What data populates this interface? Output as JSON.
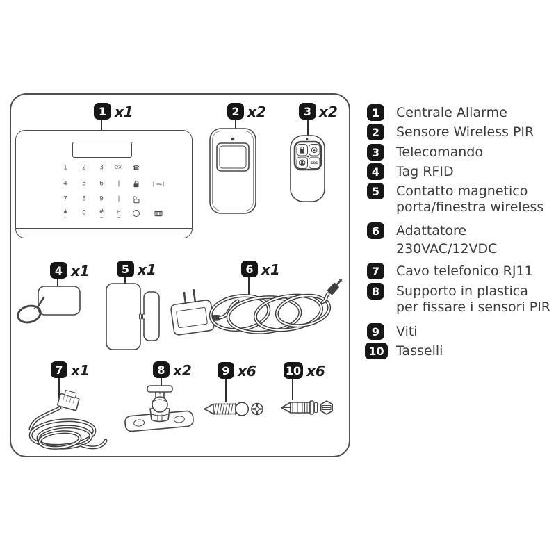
{
  "box": {
    "items": [
      {
        "num": "1",
        "count": "x1"
      },
      {
        "num": "2",
        "count": "x2"
      },
      {
        "num": "3",
        "count": "x2"
      },
      {
        "num": "4",
        "count": "x1"
      },
      {
        "num": "5",
        "count": "x1"
      },
      {
        "num": "6",
        "count": "x1"
      },
      {
        "num": "7",
        "count": "x1"
      },
      {
        "num": "8",
        "count": "x2"
      },
      {
        "num": "9",
        "count": "x6"
      },
      {
        "num": "10",
        "count": "x6"
      }
    ]
  },
  "panel": {
    "keys": {
      "k11": "1",
      "k12": "2",
      "k13": "3",
      "k14": "ESC",
      "k15": "☎",
      "k21": "4",
      "k22": "5",
      "k23": "6",
      "k24": "|",
      "k31": "7",
      "k32": "8",
      "k33": "9",
      "k34": "|",
      "k41": "★",
      "k42": "0",
      "k43": "#",
      "k44": "↵"
    }
  },
  "remote": {
    "sos": "SOS"
  },
  "legend": {
    "items": [
      {
        "num": "1",
        "label": "Centrale Allarme"
      },
      {
        "num": "2",
        "label": "Sensore Wireless PIR"
      },
      {
        "num": "3",
        "label": "Telecomando"
      },
      {
        "num": "4",
        "label": "Tag RFID"
      },
      {
        "num": "5",
        "label": "Contatto magnetico",
        "label2": "porta/finestra wireless"
      },
      {
        "num": "6",
        "label": "Adattatore",
        "label2": "230VAC/12VDC"
      },
      {
        "num": "7",
        "label": "Cavo telefonico RJ11"
      },
      {
        "num": "8",
        "label": "Supporto in plastica",
        "label2": "per fissare i sensori PIR"
      },
      {
        "num": "9",
        "label": "Viti"
      },
      {
        "num": "10",
        "label": "Tasselli"
      }
    ]
  }
}
